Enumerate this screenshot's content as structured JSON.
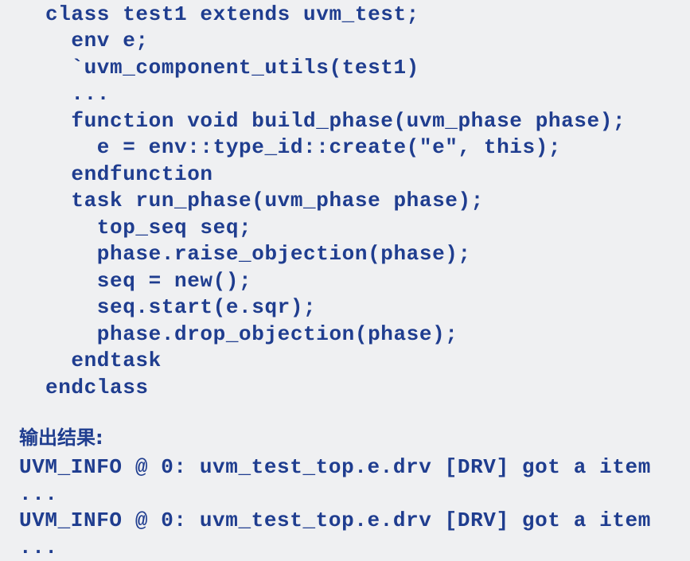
{
  "code": {
    "lines": [
      "class test1 extends uvm_test;",
      "  env e;",
      "  `uvm_component_utils(test1)",
      "  ...",
      "  function void build_phase(uvm_phase phase);",
      "    e = env::type_id::create(\"e\", this);",
      "  endfunction",
      "  task run_phase(uvm_phase phase);",
      "    top_seq seq;",
      "    phase.raise_objection(phase);",
      "    seq = new();",
      "    seq.start(e.sqr);",
      "    phase.drop_objection(phase);",
      "  endtask",
      "endclass"
    ]
  },
  "output": {
    "heading": "输出结果:",
    "lines": [
      "UVM_INFO @ 0: uvm_test_top.e.drv [DRV] got a item",
      "...",
      "UVM_INFO @ 0: uvm_test_top.e.drv [DRV] got a item",
      "..."
    ]
  },
  "colors": {
    "text": "#1f3d8f",
    "background": "#eff0f2"
  }
}
